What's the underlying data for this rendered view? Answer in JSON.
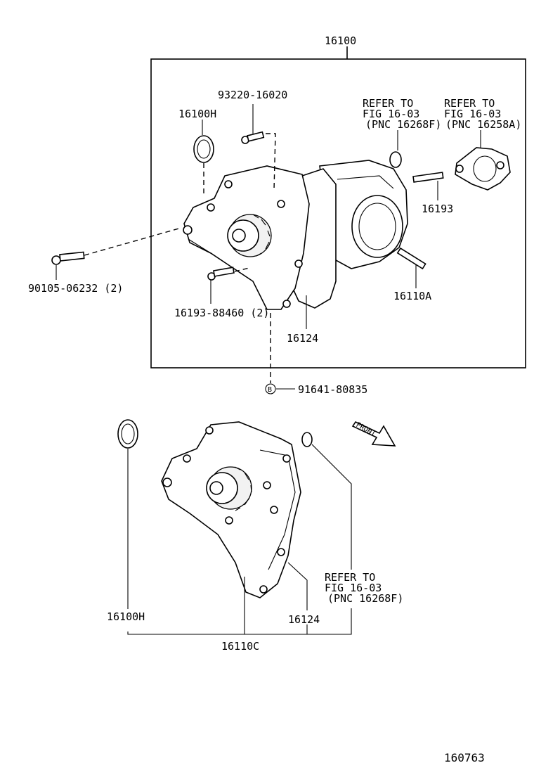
{
  "diagram": {
    "labels": {
      "assembly_16100": "16100",
      "gasket_16100h_top": "16100H",
      "bolt_93220": "93220-16020",
      "refer1_line1": "REFER TO",
      "refer1_line2": "FIG 16-03",
      "refer1_line3": "(PNC 16268F)",
      "refer2_line1": "REFER TO",
      "refer2_line2": "FIG 16-03",
      "refer2_line3": "(PNC 16258A)",
      "stud_16193": "16193",
      "stud_16110a": "16110A",
      "bolt_90105": "90105-06232 (2)",
      "bolt_16193_88460": "16193-88460 (2)",
      "gasket_16124_top": "16124",
      "callout_b": "B",
      "bolt_91641": "91641-80835",
      "front_label": "FRONT",
      "refer3_line1": "REFER TO",
      "refer3_line2": "FIG 16-03",
      "refer3_line3": "(PNC 16268F)",
      "gasket_16100h_bottom": "16100H",
      "gasket_16124_bottom": "16124",
      "pump_16110c": "16110C",
      "figure_number": "160763"
    }
  }
}
